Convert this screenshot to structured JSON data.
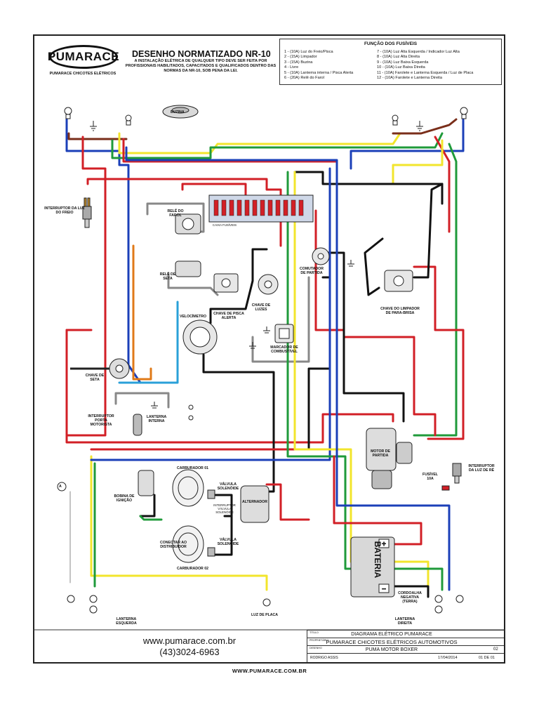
{
  "logo": {
    "brand": "PUMARACE",
    "tagline": "PUMARACE CHICOTES ELÉTRICOS"
  },
  "header": {
    "title": "DESENHO NORMATIZADO NR-10",
    "subtitle": "A INSTALAÇÃO ELÉTRICA DE QUALQUER TIPO DEVE SER FEITA POR PROFISSIONAIS HABILITADOS, CAPACITADOS E QUALIFICADOS DENTRO DAS NORMAS DA NR-10, SOB PENA DA LEI."
  },
  "fuses": {
    "title": "FUNÇÃO DOS FUSÍVEIS",
    "left": [
      "1 - (10A) Luz do Freio/Pisca",
      "2 - (15A) Limpador",
      "3 - (15A) Buzina",
      "4 - Livre",
      "5 - (10A) Lanterna interna / Pisca Alerta",
      "6 - (20A) Relê do Farol"
    ],
    "right": [
      "7 - (10A) Luz Alta Esquerda / Indicador Luz Alta",
      "8 - (10A) Luz Alta Direita",
      "9 - (10A) Luz Baixa Esquerda",
      "10 - (10A) Luz Baixa Direita",
      "11 - (10A) Farolete e Lanterna Esquerda / Luz de Placa",
      "12 - (10A) Farolete e Lanterna Direita"
    ]
  },
  "components": {
    "buzina": "BUZINA",
    "interruptor_freio": "INTERRUPTOR DA LUZ DO FREIO",
    "rele_farol": "RELÊ DO FAROL",
    "caixa_fusiveis": "CAIXA FUSÍVEIS",
    "rele_seta": "RELÊ DE SETA",
    "chave_pisca": "CHAVE DE PISCA ALERTA",
    "chave_luzes": "CHAVE DE LUZES",
    "comutador": "COMUTADOR DE PARTIDA",
    "chave_limpador": "CHAVE DO LIMPADOR DE PARA-BRISA",
    "velocimetro": "VELOCÍMETRO",
    "marcador": "MARCADOR DE COMBUSTÍVEL",
    "chave_seta": "CHAVE DE SETA",
    "int_porta": "INTERRUPTOR PORTA MOTORISTA",
    "lanterna_interna": "LANTERNA INTERNA",
    "motor_partida": "MOTOR DE PARTIDA",
    "fusivel": "FUSÍVEL 10A",
    "int_re": "INTERRUPTOR DA LUZ DE RÉ",
    "carburador1": "CARBURADOR 01",
    "carburador2": "CARBURADOR 02",
    "valvula1": "VÁLVULA SOLENÓIDE",
    "valvula2": "VÁLVULA SOLENÓIDE",
    "int_valvula": "INTERRUPTOR VÁLVULA SOLENÓIDE",
    "bobina": "BOBINA DE IGNIÇÃO",
    "alternador": "ALTERNADOR",
    "conectar": "CONECTAR AO DISTRIBUIDOR",
    "bateria": "BATERIA",
    "cordoalha": "CORDOALHA NEGATIVA (TERRA)",
    "lanterna_esq": "LANTERNA ESQUERDA",
    "luz_placa": "LUZ DE PLACA",
    "lanterna_dir": "LANTERNA DIREITA",
    "a_marker": "A"
  },
  "footer": {
    "url": "www.pumarace.com.br",
    "phone": "(43)3024-6963",
    "bottom_url": "WWW.PUMARACE.COM.BR"
  },
  "title_block": {
    "titulo_k": "TÍTULO",
    "titulo": "DIAGRAMA ELÉTRICO PUMARACE",
    "proprietario_k": "PROPRIETÁRIO",
    "proprietario": "PUMARACE CHICOTES ELÉTRICOS AUTOMOTIVOS",
    "desenho_k": "DESENHO",
    "desenho": "PUMA MOTOR BOXER",
    "revisao": "02",
    "desenhista": "RODRIGO ASSIS",
    "data": "17/04/2014",
    "folha": "01 DE 01"
  },
  "colors": {
    "red": "#d21f26",
    "blue": "#1b3fb8",
    "yellow": "#f2e52c",
    "green": "#1f9a3a",
    "brown": "#7a2e1a",
    "black": "#111111",
    "orange": "#e07a18",
    "gray": "#888888",
    "lightblue": "#2aa0d8"
  }
}
